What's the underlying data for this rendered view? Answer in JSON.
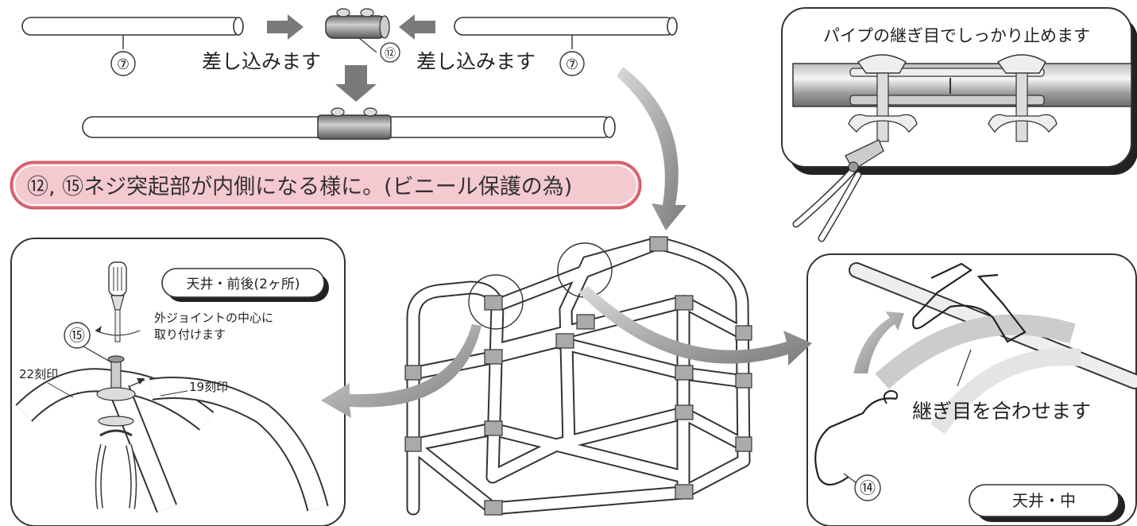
{
  "colors": {
    "banner_fill": "#f4c9cf",
    "banner_stroke": "#d65a6a",
    "pipe_fill": "#ffffff",
    "joint_fill": "#8a8a8a",
    "arrow_gray": "#9a9a9a",
    "panel_stroke": "#333333",
    "panel_shadow": "#222222"
  },
  "top_assembly": {
    "part_left": "⑦",
    "part_right": "⑦",
    "joint_part": "⑫",
    "insert_left": "差し込みます",
    "insert_right": "差し込みます"
  },
  "banner": {
    "text": "⑫, ⑮ネジ突起部が内側になる様に。(ビニール保護の為)"
  },
  "panel_top_right": {
    "caption": "パイプの継ぎ目でしっかり止めます"
  },
  "panel_left": {
    "badge": "天井・前後(2ヶ所)",
    "instruction_line1": "外ジョイントの中心に",
    "instruction_line2": "取り付けます",
    "part_number": "⑮",
    "mark_22": "22刻印",
    "mark_19": "19刻印"
  },
  "panel_right": {
    "caption": "継ぎ目を合わせます",
    "part_number": "⑭",
    "badge": "天井・中"
  }
}
